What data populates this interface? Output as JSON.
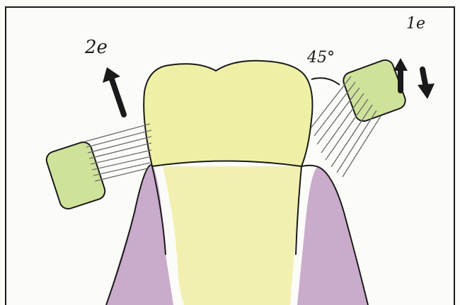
{
  "labels": {
    "second_step": "2e",
    "angle": "45°",
    "first_step": "1e"
  },
  "colors": {
    "paper": "#fbfbf8",
    "frame": "#1a1a1a",
    "tooth_crown": "#eef0a6",
    "tooth_root": "#f2f0b0",
    "gum": "#c7a7c8",
    "brush_head": "#cfe29a",
    "bristles": "#6f6f6f",
    "ink": "#1a1a1a"
  }
}
